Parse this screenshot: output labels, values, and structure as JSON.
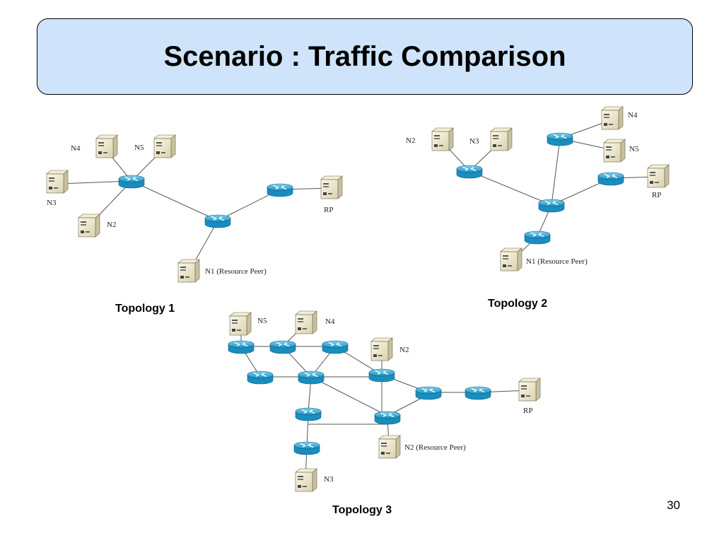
{
  "slide": {
    "title": "Scenario : Traffic Comparison",
    "page_number": "30"
  },
  "topologies": [
    {
      "caption": "Topology 1",
      "labels": [
        "N4",
        "N5",
        "N3",
        "N2",
        "RP",
        "N1 (Resource Peer)"
      ]
    },
    {
      "caption": "Topology 2",
      "labels": [
        "N2",
        "N3",
        "N4",
        "N5",
        "RP",
        "N1 (Resource Peer)"
      ]
    },
    {
      "caption": "Topology 3",
      "labels": [
        "N5",
        "N4",
        "N2",
        "RP",
        "N2 (Resource Peer)",
        "N3"
      ]
    }
  ],
  "colors": {
    "title_fill": "#cfe4fb",
    "router": "#2ba8d6",
    "host": "#eee8cc"
  }
}
